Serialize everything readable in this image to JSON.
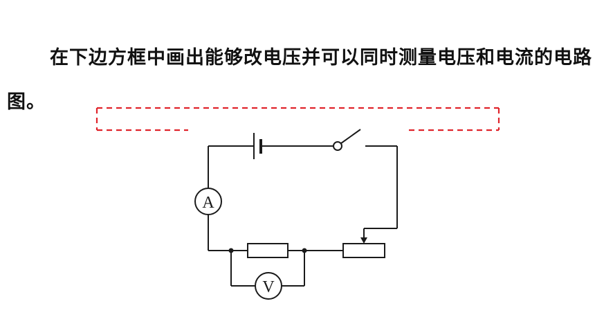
{
  "question": {
    "text": "在下边方框中画出能够改电压并可以同时测量电压和电流的电路图。"
  },
  "diagram": {
    "ammeter_label": "A",
    "voltmeter_label": "V",
    "colors": {
      "dashed_box": "#e0232a",
      "wire": "#1a1a1a"
    },
    "components": [
      "battery",
      "switch",
      "ammeter",
      "resistor",
      "voltmeter",
      "rheostat"
    ]
  }
}
